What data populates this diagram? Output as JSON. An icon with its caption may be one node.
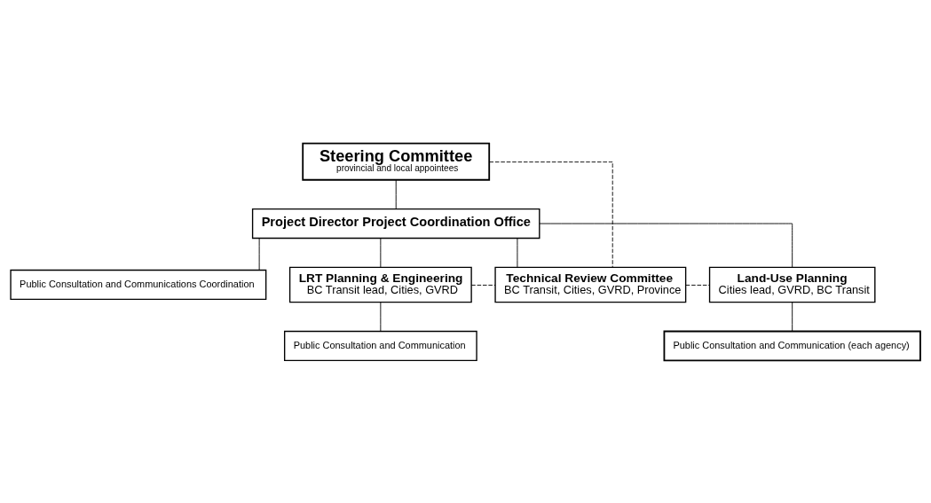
{
  "diagram": {
    "nodes": [
      {
        "text": [
          "Steering Committee",
          "provincial and local appointees"
        ]
      },
      {
        "text": [
          "Project Director Project Coordination Office"
        ]
      },
      {
        "text": [
          "Public Consultation and Communications Coordination"
        ]
      },
      {
        "text": [
          "LRT Planning & Engineering",
          "BC Transit lead, Cities, GVRD"
        ]
      },
      {
        "text": [
          "Technical Review Committee",
          "BC Transit, Cities, GVRD, Province"
        ]
      },
      {
        "text": [
          "Land-Use Planning",
          "Cities lead, GVRD, BC Transit"
        ]
      },
      {
        "text": [
          "Public Consultation and Communication"
        ]
      },
      {
        "text": [
          "Public Consultation and Communication (each agency)"
        ]
      }
    ],
    "edges": [
      {
        "from": 0,
        "to": 1,
        "arrow": "none"
      },
      {
        "from": 1,
        "to": 2,
        "arrow": "none"
      },
      {
        "from": 1,
        "to": 3,
        "arrow": "none"
      },
      {
        "from": 1,
        "to": 4,
        "arrow": "none"
      },
      {
        "from": 1,
        "to": 5,
        "arrow": "none"
      },
      {
        "from": 0,
        "to": 4,
        "arrow": "none",
        "style": "dashed"
      },
      {
        "from": 3,
        "to": 4,
        "arrow": "none",
        "style": "dashed"
      },
      {
        "from": 4,
        "to": 5,
        "arrow": "none",
        "style": "dashed"
      },
      {
        "from": 3,
        "to": 6,
        "arrow": "none"
      },
      {
        "from": 5,
        "to": 7,
        "arrow": "none"
      }
    ]
  }
}
